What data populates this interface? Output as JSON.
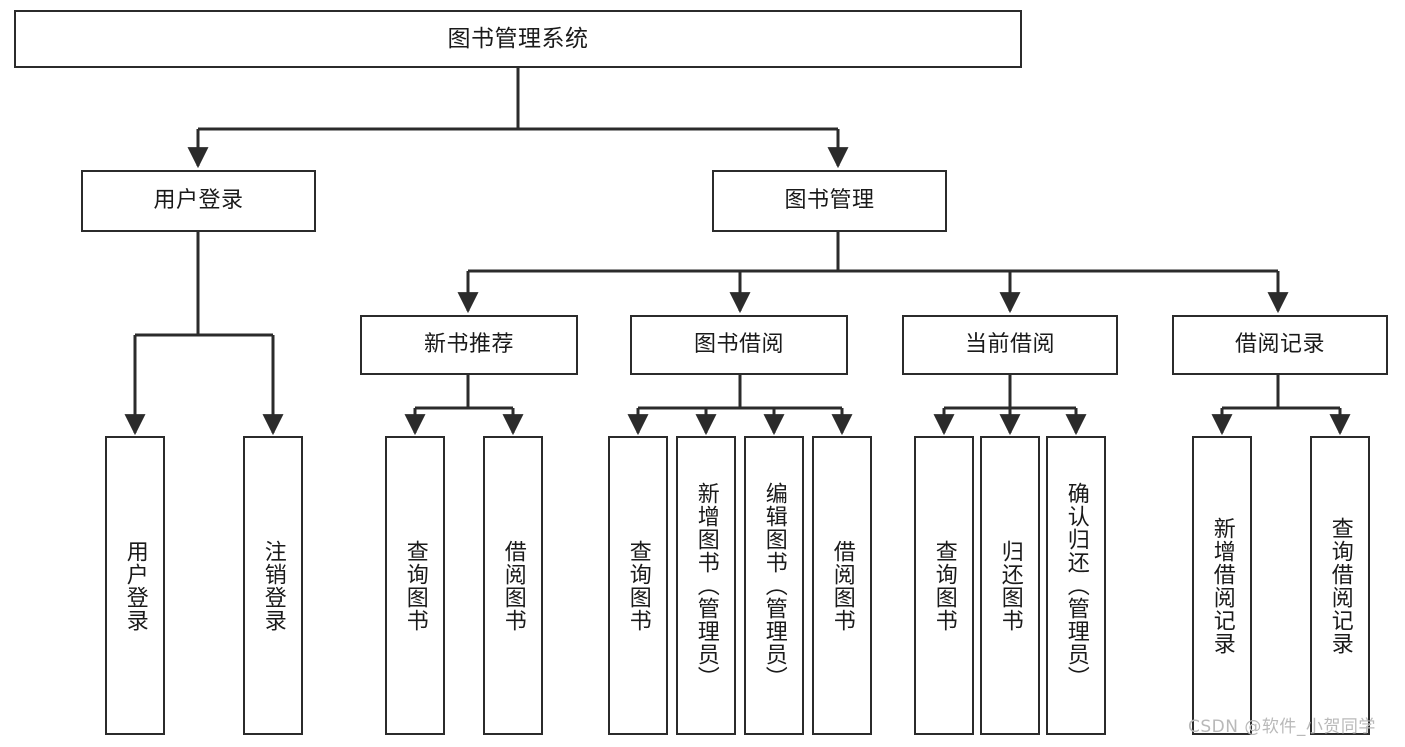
{
  "diagram": {
    "title": "图书管理系统",
    "watermark": "CSDN @软件_小贺同学",
    "line_color": "#2b2b2b",
    "text_color": "#1a1a1a",
    "background": "#ffffff",
    "root": {
      "label": "图书管理系统"
    },
    "level1": [
      {
        "label": "用户登录"
      },
      {
        "label": "图书管理"
      }
    ],
    "level2": [
      {
        "label": "新书推荐"
      },
      {
        "label": "图书借阅"
      },
      {
        "label": "当前借阅"
      },
      {
        "label": "借阅记录"
      }
    ],
    "leaves": {
      "user_login": [
        {
          "label": "用户登录"
        },
        {
          "label": "注销登录"
        }
      ],
      "new_book": [
        {
          "label": "查询图书"
        },
        {
          "label": "借阅图书"
        }
      ],
      "borrow_book": [
        {
          "label": "查询图书"
        },
        {
          "label": "新增图书（管理员）"
        },
        {
          "label": "编辑图书（管理员）"
        },
        {
          "label": "借阅图书"
        }
      ],
      "current_borrow": [
        {
          "label": "查询图书"
        },
        {
          "label": "归还图书"
        },
        {
          "label": "确认归还（管理员）"
        }
      ],
      "borrow_record": [
        {
          "label": "新增借阅记录"
        },
        {
          "label": "查询借阅记录"
        }
      ]
    }
  }
}
